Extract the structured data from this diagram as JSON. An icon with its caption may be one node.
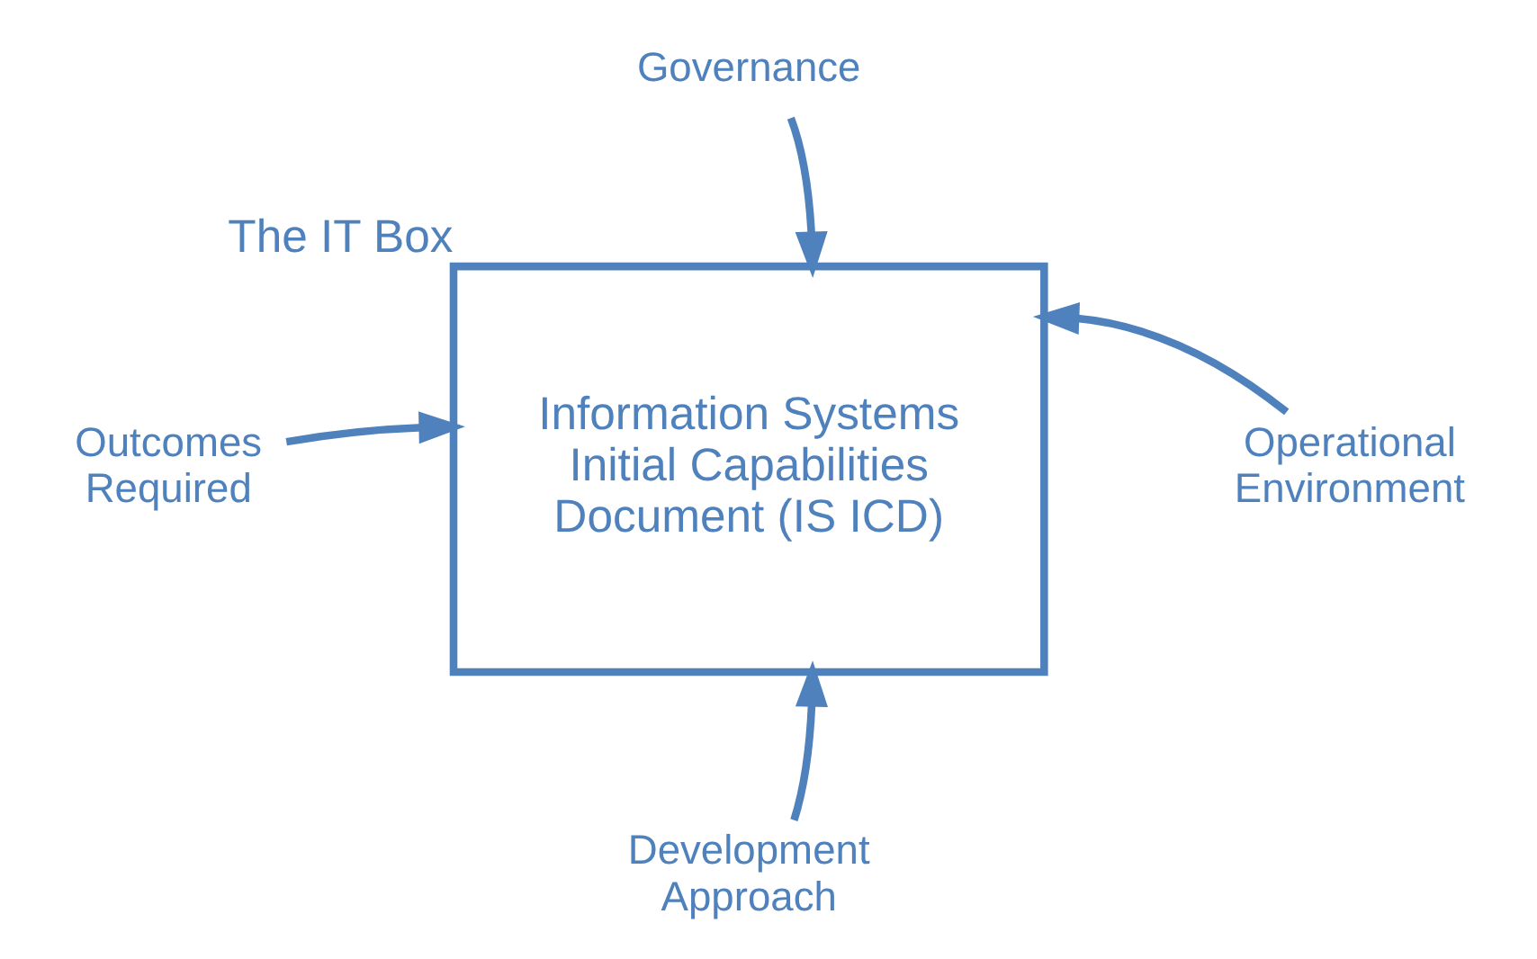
{
  "diagram": {
    "nodes": [
      {
        "text": [
          "The IT Box",
          "Information Systems Initial Capabilities Document (IS ICD)"
        ]
      },
      {
        "text": [
          "Governance"
        ]
      },
      {
        "text": [
          "Outcomes Required"
        ]
      },
      {
        "text": [
          "Operational Environment"
        ]
      },
      {
        "text": [
          "Development Approach"
        ]
      }
    ],
    "edges": [
      {
        "from": 1,
        "to": 0,
        "arrow": "to"
      },
      {
        "from": 2,
        "to": 0,
        "arrow": "to"
      },
      {
        "from": 3,
        "to": 0,
        "arrow": "to"
      },
      {
        "from": 4,
        "to": 0,
        "arrow": "to"
      }
    ]
  }
}
